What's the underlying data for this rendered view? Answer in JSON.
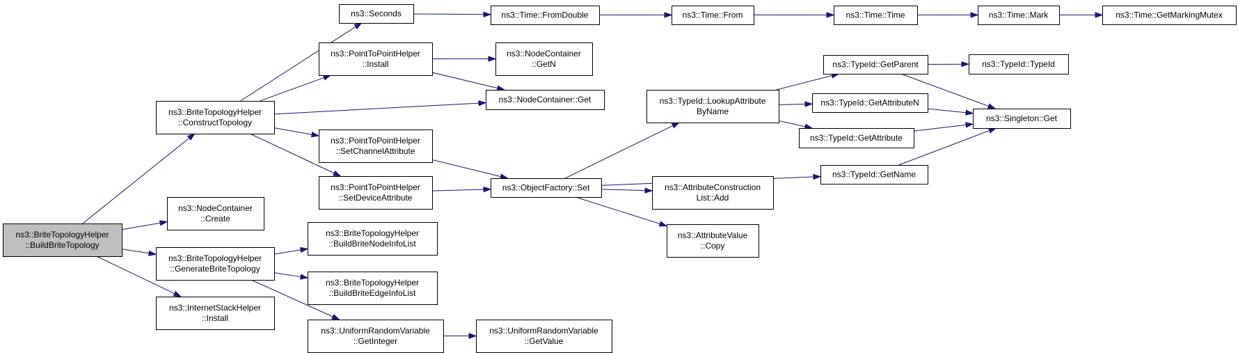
{
  "diagram": {
    "type": "call-graph",
    "edge_color": "#191970",
    "root_fill": "#bfbfbf",
    "nodes": [
      {
        "id": "build",
        "lines": [
          "ns3::BriteTopologyHelper",
          "::BuildBriteTopology"
        ],
        "root": true
      },
      {
        "id": "construct",
        "lines": [
          "ns3::BriteTopologyHelper",
          "::ConstructTopology"
        ]
      },
      {
        "id": "nc_create",
        "lines": [
          "ns3::NodeContainer",
          "::Create"
        ]
      },
      {
        "id": "generate",
        "lines": [
          "ns3::BriteTopologyHelper",
          "::GenerateBriteTopology"
        ]
      },
      {
        "id": "inet_install",
        "lines": [
          "ns3::InternetStackHelper",
          "::Install"
        ]
      },
      {
        "id": "seconds",
        "lines": [
          "ns3::Seconds"
        ]
      },
      {
        "id": "p2p_install",
        "lines": [
          "ns3::PointToPointHelper",
          "::Install"
        ]
      },
      {
        "id": "nc_get",
        "lines": [
          "ns3::NodeContainer::Get"
        ]
      },
      {
        "id": "p2p_chan",
        "lines": [
          "ns3::PointToPointHelper",
          "::SetChannelAttribute"
        ]
      },
      {
        "id": "p2p_dev",
        "lines": [
          "ns3::PointToPointHelper",
          "::SetDeviceAttribute"
        ]
      },
      {
        "id": "node_info",
        "lines": [
          "ns3::BriteTopologyHelper",
          "::BuildBriteNodeInfoList"
        ]
      },
      {
        "id": "edge_info",
        "lines": [
          "ns3::BriteTopologyHelper",
          "::BuildBriteEdgeInfoList"
        ]
      },
      {
        "id": "urv_int",
        "lines": [
          "ns3::UniformRandomVariable",
          "::GetInteger"
        ]
      },
      {
        "id": "time_fromdouble",
        "lines": [
          "ns3::Time::FromDouble"
        ]
      },
      {
        "id": "nc_getn",
        "lines": [
          "ns3::NodeContainer",
          "::GetN"
        ]
      },
      {
        "id": "of_set",
        "lines": [
          "ns3::ObjectFactory::Set"
        ]
      },
      {
        "id": "urv_val",
        "lines": [
          "ns3::UniformRandomVariable",
          "::GetValue"
        ]
      },
      {
        "id": "time_from",
        "lines": [
          "ns3::Time::From"
        ]
      },
      {
        "id": "tid_lookup",
        "lines": [
          "ns3::TypeId::LookupAttribute",
          "ByName"
        ]
      },
      {
        "id": "attr_add",
        "lines": [
          "ns3::AttributeConstruction",
          "List::Add"
        ]
      },
      {
        "id": "attr_copy",
        "lines": [
          "ns3::AttributeValue",
          "::Copy"
        ]
      },
      {
        "id": "time_time",
        "lines": [
          "ns3::Time::Time"
        ]
      },
      {
        "id": "tid_parent",
        "lines": [
          "ns3::TypeId::GetParent"
        ]
      },
      {
        "id": "tid_attrn",
        "lines": [
          "ns3::TypeId::GetAttributeN"
        ]
      },
      {
        "id": "tid_attr",
        "lines": [
          "ns3::TypeId::GetAttribute"
        ]
      },
      {
        "id": "tid_name",
        "lines": [
          "ns3::TypeId::GetName"
        ]
      },
      {
        "id": "time_mark",
        "lines": [
          "ns3::Time::Mark"
        ]
      },
      {
        "id": "tid_typeid",
        "lines": [
          "ns3::TypeId::TypeId"
        ]
      },
      {
        "id": "singleton_get",
        "lines": [
          "ns3::Singleton::Get"
        ]
      },
      {
        "id": "time_mutex",
        "lines": [
          "ns3::Time::GetMarkingMutex"
        ]
      }
    ],
    "edges": [
      [
        "build",
        "construct"
      ],
      [
        "build",
        "nc_create"
      ],
      [
        "build",
        "generate"
      ],
      [
        "build",
        "inet_install"
      ],
      [
        "construct",
        "seconds"
      ],
      [
        "construct",
        "p2p_install"
      ],
      [
        "construct",
        "nc_get"
      ],
      [
        "construct",
        "p2p_chan"
      ],
      [
        "construct",
        "p2p_dev"
      ],
      [
        "generate",
        "node_info"
      ],
      [
        "generate",
        "edge_info"
      ],
      [
        "generate",
        "urv_int"
      ],
      [
        "seconds",
        "time_fromdouble"
      ],
      [
        "p2p_install",
        "nc_getn"
      ],
      [
        "p2p_install",
        "nc_get"
      ],
      [
        "p2p_chan",
        "of_set"
      ],
      [
        "p2p_dev",
        "of_set"
      ],
      [
        "urv_int",
        "urv_val"
      ],
      [
        "time_fromdouble",
        "time_from"
      ],
      [
        "of_set",
        "tid_lookup"
      ],
      [
        "of_set",
        "attr_add"
      ],
      [
        "of_set",
        "attr_copy"
      ],
      [
        "of_set",
        "tid_name"
      ],
      [
        "time_from",
        "time_time"
      ],
      [
        "tid_lookup",
        "tid_parent"
      ],
      [
        "tid_lookup",
        "tid_attrn"
      ],
      [
        "tid_lookup",
        "tid_attr"
      ],
      [
        "time_time",
        "time_mark"
      ],
      [
        "tid_parent",
        "tid_typeid"
      ],
      [
        "tid_parent",
        "singleton_get"
      ],
      [
        "tid_attrn",
        "singleton_get"
      ],
      [
        "tid_attr",
        "singleton_get"
      ],
      [
        "tid_name",
        "singleton_get"
      ],
      [
        "time_mark",
        "time_mutex"
      ]
    ]
  }
}
